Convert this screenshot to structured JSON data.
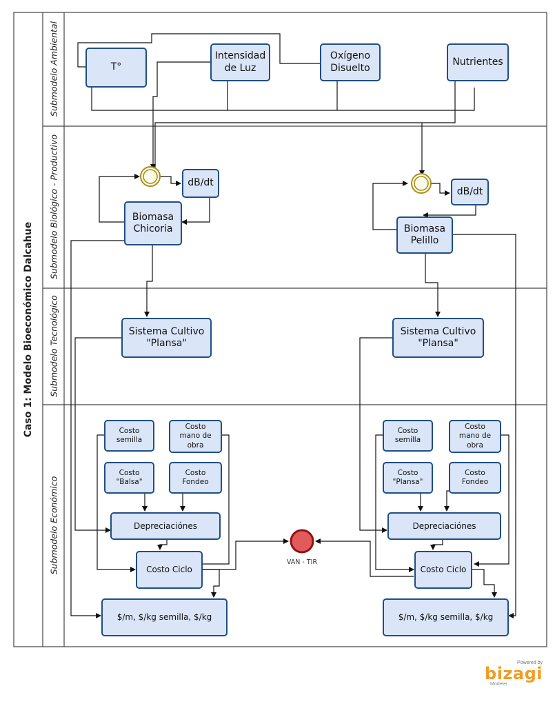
{
  "pool_title": "Caso 1: Modelo Bioeconómico Dalcahue",
  "lanes": {
    "ambiental": "Submodelo Ambiental",
    "biologico": "Submodelo Biológico - Productivo",
    "tecnologico": "Submodelo Tecnológico",
    "economico": "Submodelo Económico"
  },
  "nodes": {
    "temperatura": "T°",
    "intensidad_luz": "Intensidad\nde Luz",
    "oxigeno": "Oxígeno\nDisuelto",
    "nutrientes": "Nutrientes",
    "dbdt_left": "dB/dt",
    "biomasa_chicoria": "Biomasa\nChicoria",
    "dbdt_right": "dB/dt",
    "biomasa_pelillo": "Biomasa\nPelillo",
    "sistema_cultivo_left": "Sistema Cultivo\n\"Plansa\"",
    "sistema_cultivo_right": "Sistema Cultivo\n\"Plansa\"",
    "costo_semilla_left": "Costo\nsemilla",
    "costo_mano_obra_left": "Costo\nmano de\nobra",
    "costo_balsa": "Costo\n\"Balsa\"",
    "costo_fondeo_left": "Costo\nFondeo",
    "depreciaciones_left": "Depreciaciónes",
    "costo_ciclo_left": "Costo Ciclo",
    "resultado_left": "$/m, $/kg semilla, $/kg",
    "costo_semilla_right": "Costo\nsemilla",
    "costo_mano_obra_right": "Costo\nmano de\nobra",
    "costo_plansa": "Costo\n\"Plansa\"",
    "costo_fondeo_right": "Costo\nFondeo",
    "depreciaciones_right": "Depreciaciónes",
    "costo_ciclo_right": "Costo Ciclo",
    "resultado_right": "$/m, $/kg semilla, $/kg"
  },
  "end_event_label": "VAN - TIR",
  "logo": {
    "powered_by": "Powered by",
    "brand": "bizagi",
    "sub": "Modeler"
  },
  "colors": {
    "task_fill": "#dae5f8",
    "task_border": "#1f4e86",
    "end_event": "#e35a5a",
    "gateway": "#c9a91e"
  }
}
